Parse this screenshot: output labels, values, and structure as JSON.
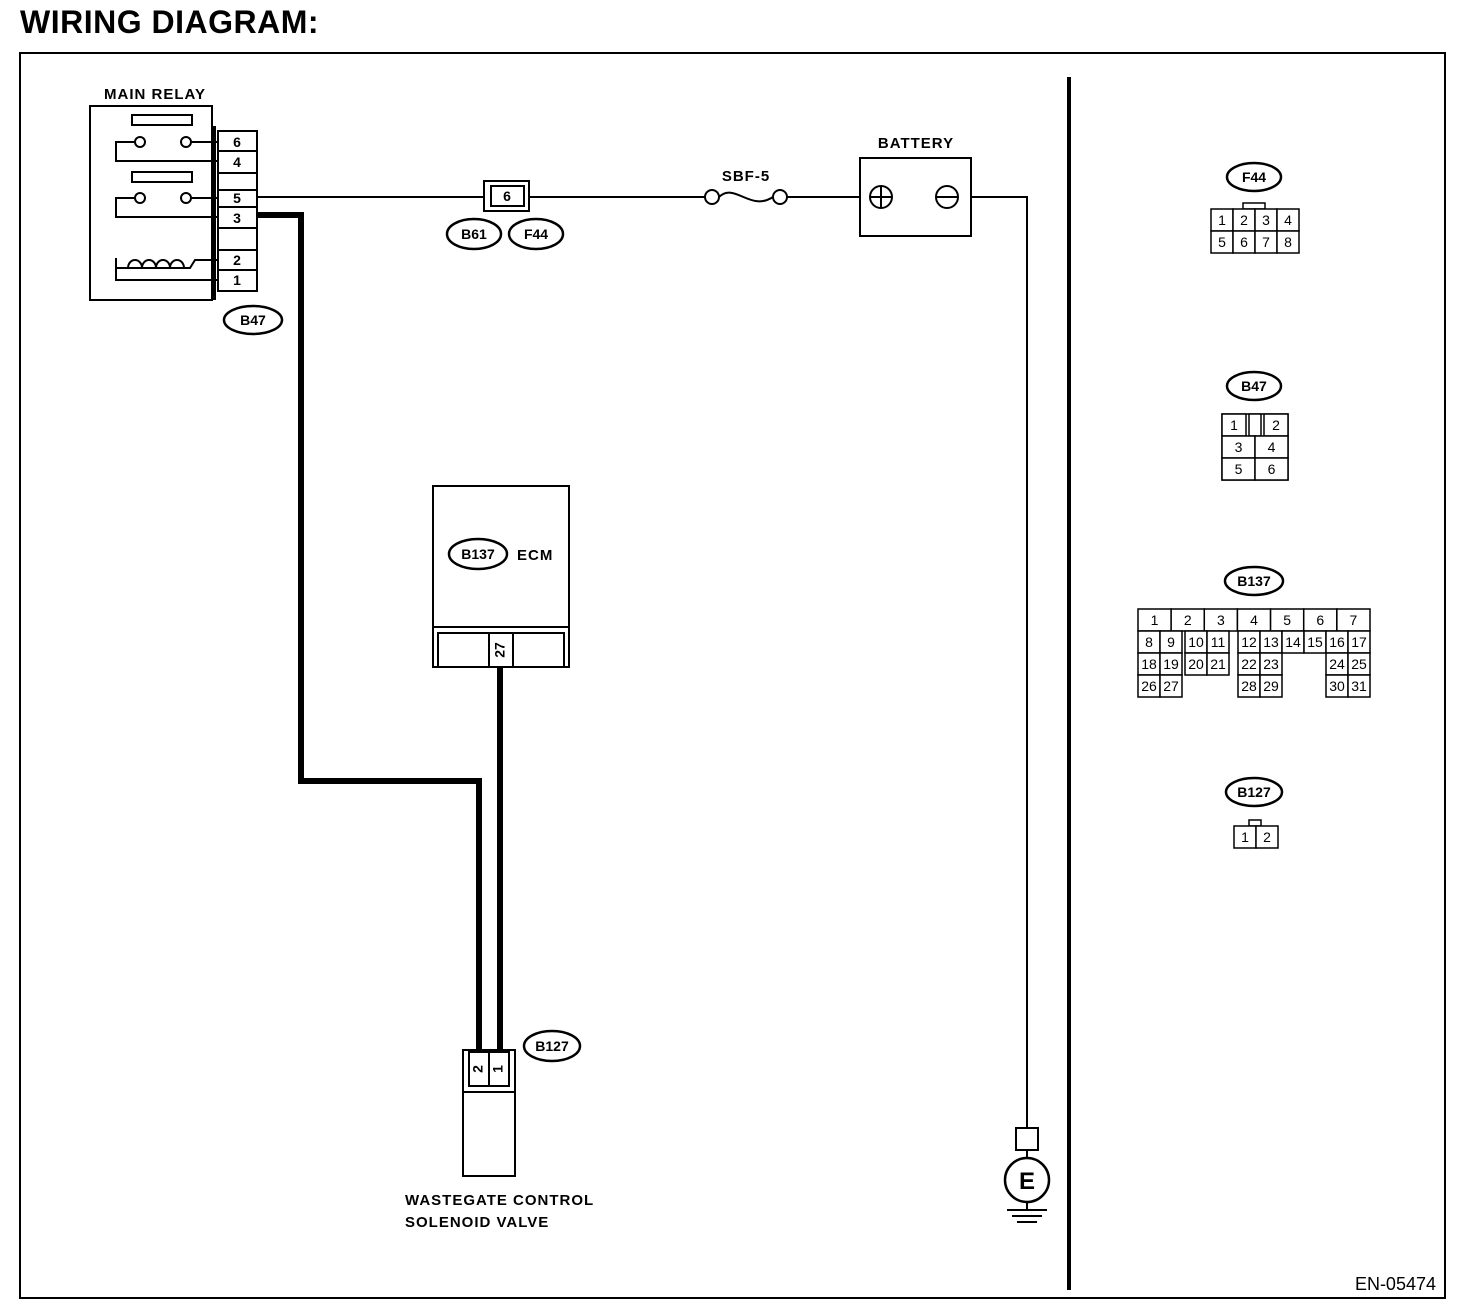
{
  "title": "WIRING DIAGRAM:",
  "figure_id": "EN-05474",
  "main_relay": {
    "label": "MAIN RELAY",
    "connector": "B47",
    "pins": [
      "6",
      "4",
      "5",
      "3",
      "2",
      "1"
    ]
  },
  "joint": {
    "pin": "6",
    "connectors": [
      "B61",
      "F44"
    ]
  },
  "fuse": {
    "label": "SBF-5"
  },
  "battery": {
    "label": "BATTERY"
  },
  "ecm": {
    "connector": "B137",
    "label": "ECM",
    "pin": "27"
  },
  "solenoid": {
    "connector": "B127",
    "pins": [
      "2",
      "1"
    ],
    "label_line1": "WASTEGATE CONTROL",
    "label_line2": "SOLENOID VALVE"
  },
  "ground": {
    "label": "E"
  },
  "connector_views": {
    "f44": {
      "name": "F44",
      "rows": [
        [
          "1",
          "2",
          "3",
          "4"
        ],
        [
          "5",
          "6",
          "7",
          "8"
        ]
      ]
    },
    "b47": {
      "name": "B47",
      "rows": [
        [
          "1",
          "2"
        ],
        [
          "3",
          "4"
        ],
        [
          "5",
          "6"
        ]
      ]
    },
    "b137": {
      "name": "B137",
      "rows": [
        [
          "1",
          "2",
          "3",
          "4",
          "5",
          "6",
          "7"
        ],
        [
          "8",
          "9",
          "10",
          "11",
          "12",
          "13",
          "14",
          "15",
          "16",
          "17"
        ],
        [
          "18",
          "19",
          "20",
          "21",
          "22",
          "23",
          "24",
          "25"
        ],
        [
          "26",
          "27",
          "28",
          "29",
          "30",
          "31"
        ]
      ]
    },
    "b127": {
      "name": "B127",
      "rows": [
        [
          "1",
          "2"
        ]
      ]
    }
  }
}
